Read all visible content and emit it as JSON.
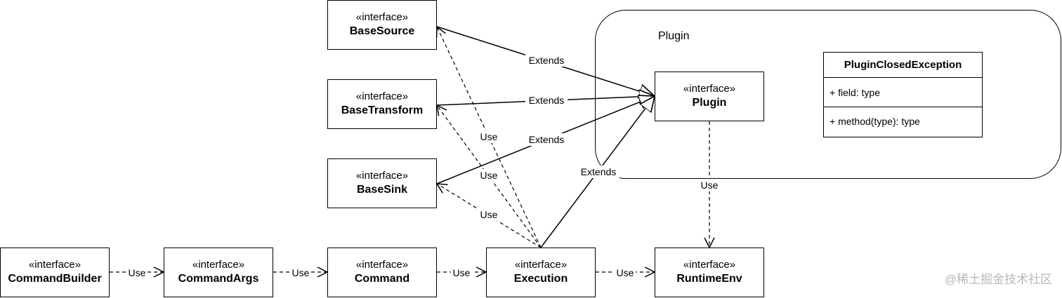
{
  "stereotype": "«interface»",
  "nodes": {
    "base_source": "BaseSource",
    "base_transform": "BaseTransform",
    "base_sink": "BaseSink",
    "plugin": "Plugin",
    "command_builder": "CommandBuilder",
    "command_args": "CommandArgs",
    "command": "Command",
    "execution": "Execution",
    "runtime_env": "RuntimeEnv"
  },
  "group": {
    "title": "Plugin"
  },
  "exception_class": {
    "name": "PluginClosedException",
    "attribute": "+ field: type",
    "method": "+ method(type): type"
  },
  "edge_labels": {
    "extends": "Extends",
    "use": "Use"
  },
  "watermark": "@稀土掘金技术社区"
}
